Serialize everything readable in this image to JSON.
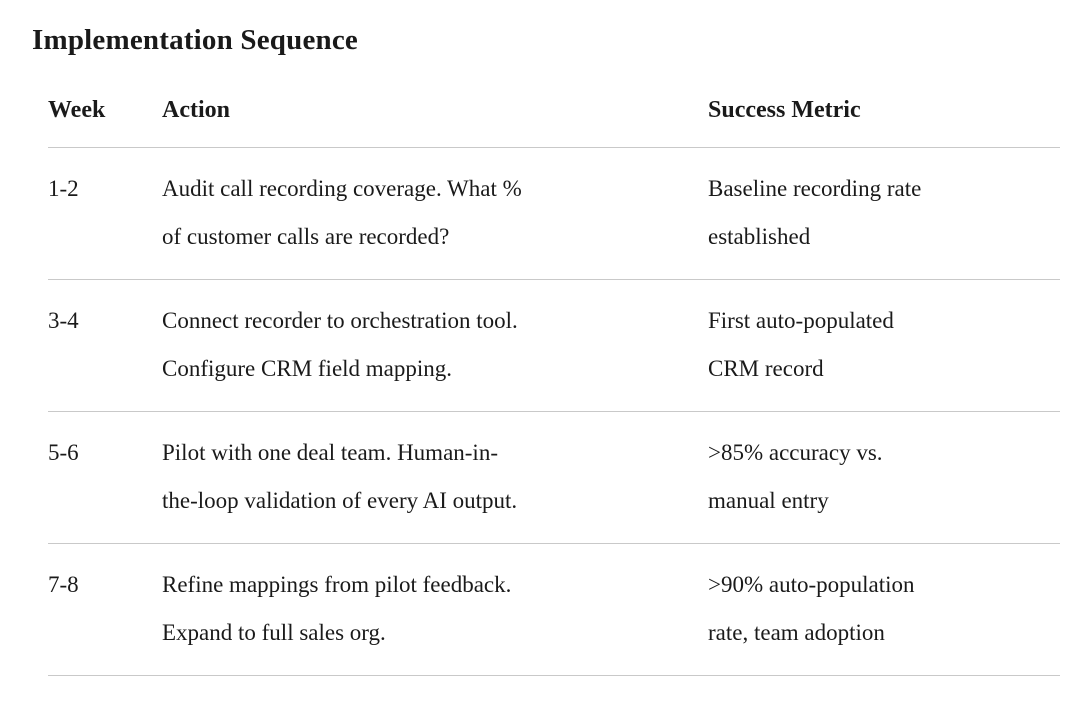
{
  "page": {
    "title": "Implementation Sequence"
  },
  "table": {
    "headers": {
      "week": "Week",
      "action": "Action",
      "metric": "Success Metric"
    },
    "rows": [
      {
        "week": "1-2",
        "action": "Audit call recording coverage. What %\nof customer calls are recorded?",
        "metric": "Baseline recording rate\nestablished"
      },
      {
        "week": "3-4",
        "action": "Connect recorder to orchestration tool.\nConfigure CRM field mapping.",
        "metric": "First auto-populated\nCRM record"
      },
      {
        "week": "5-6",
        "action": "Pilot with one deal team. Human-in-\nthe-loop validation of every AI output.",
        "metric": ">85% accuracy vs.\nmanual entry"
      },
      {
        "week": "7-8",
        "action": "Refine mappings from pilot feedback.\nExpand to full sales org.",
        "metric": ">90% auto-population\nrate, team adoption"
      }
    ]
  }
}
